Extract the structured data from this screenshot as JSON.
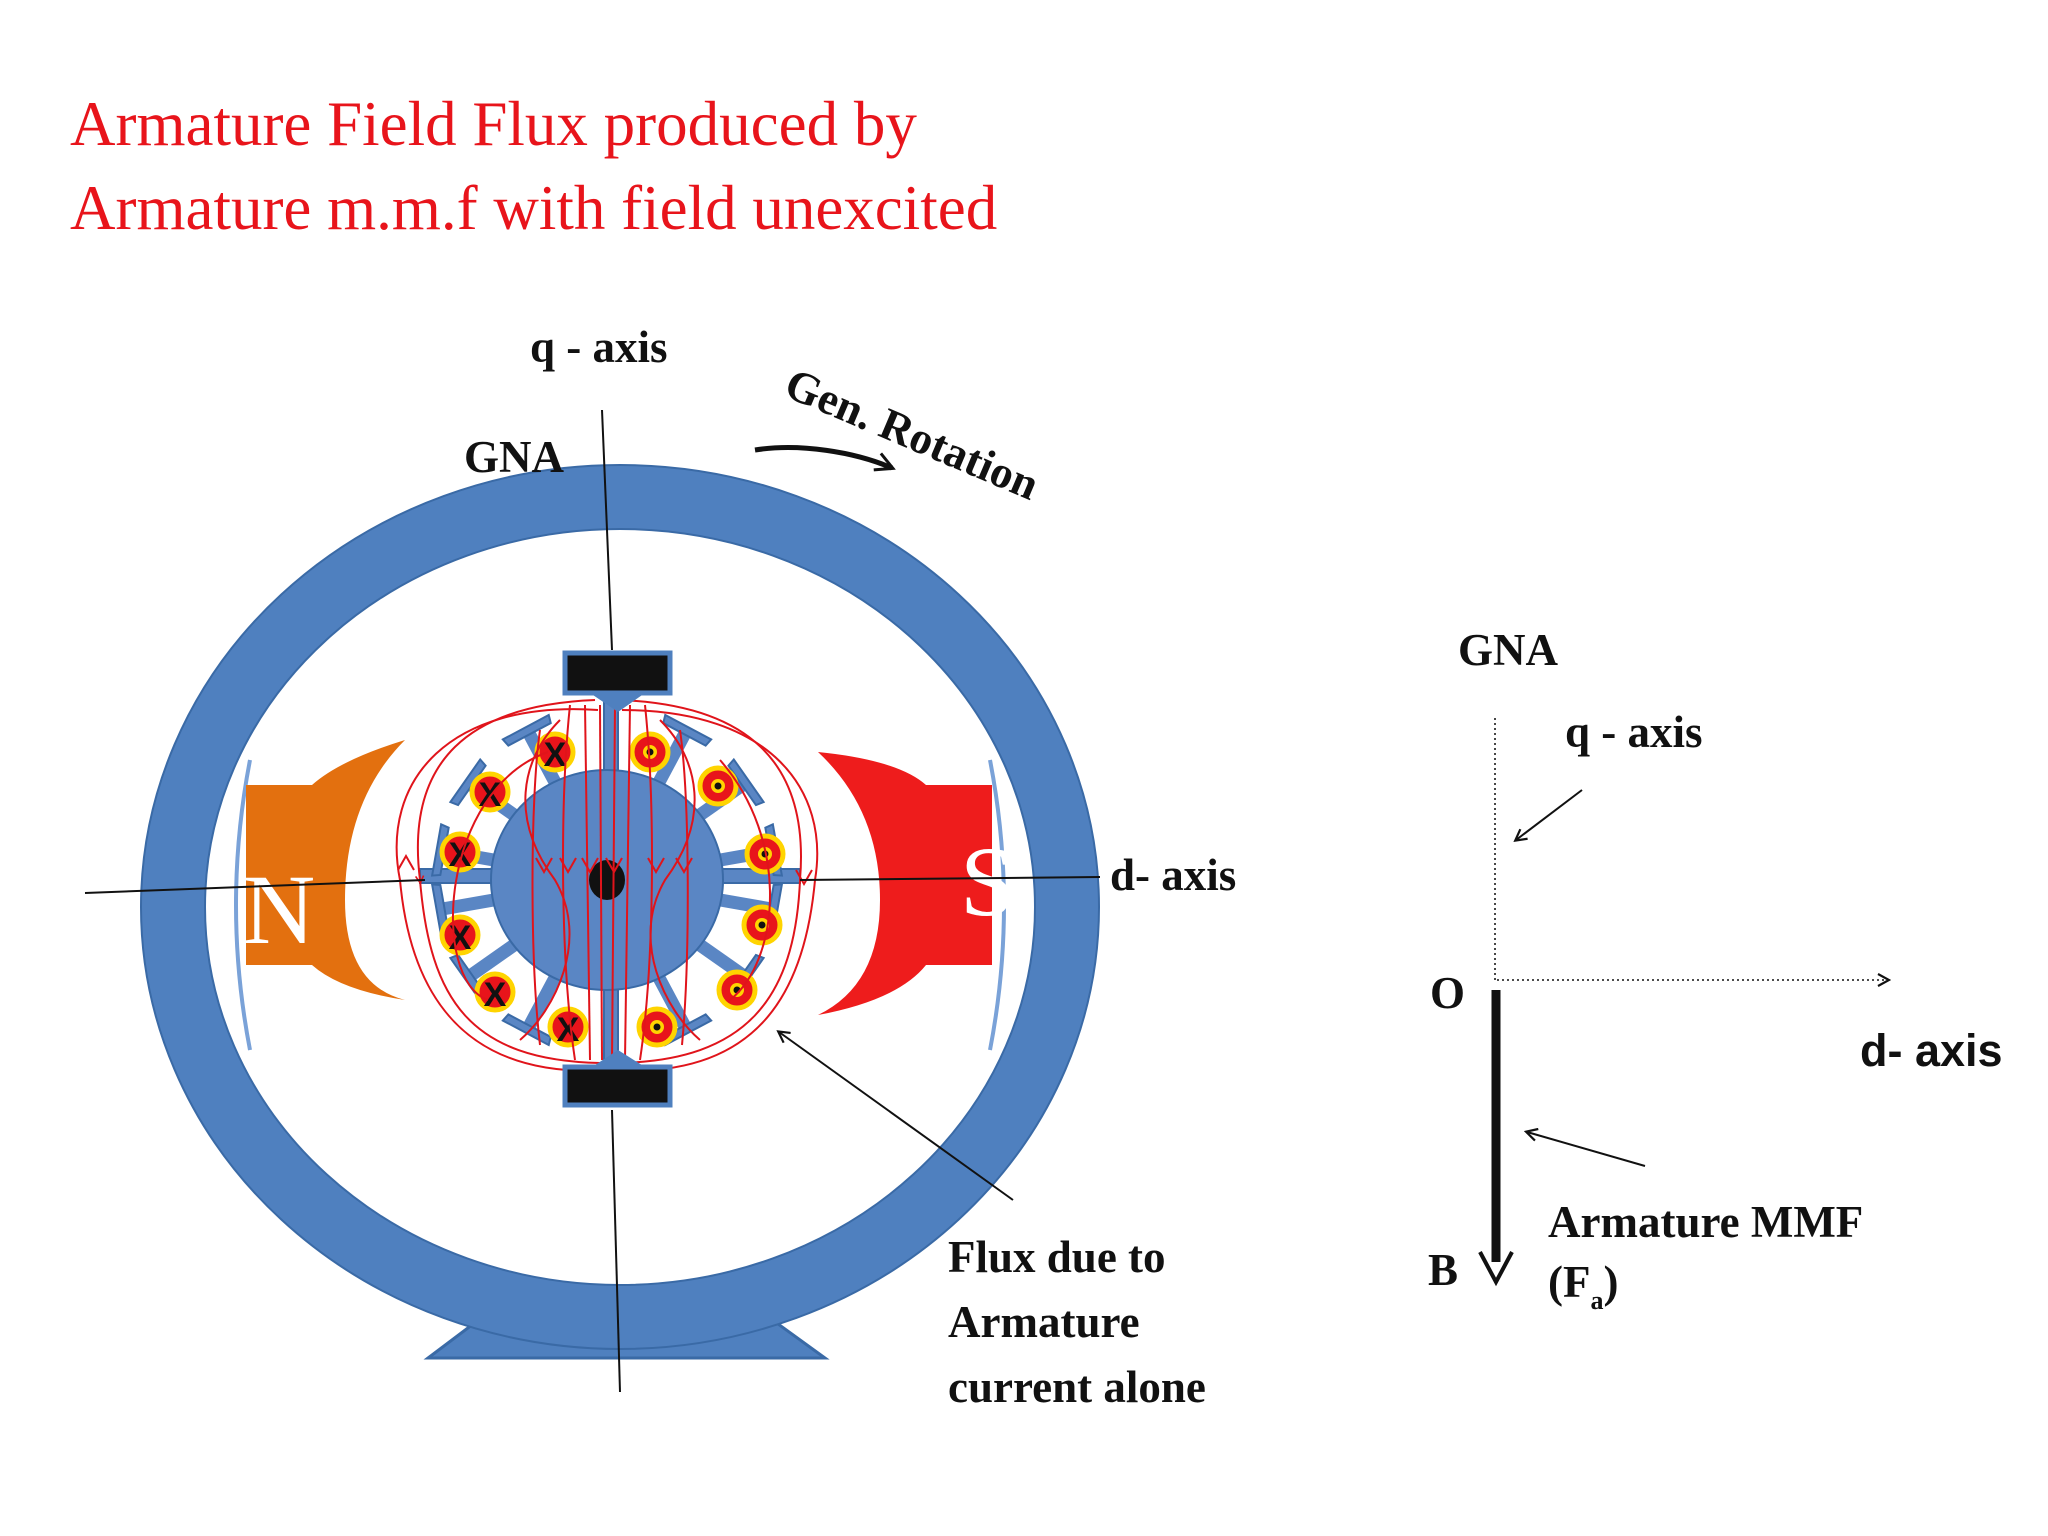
{
  "title": {
    "line1": "Armature  Field Flux produced by",
    "line2": "Armature  m.m.f  with field unexcited"
  },
  "machine": {
    "q_axis": "q - axis",
    "gna": "GNA",
    "rotation": "Gen. Rotation",
    "d_axis": "d- axis",
    "pole_n": "N",
    "pole_s": "S",
    "flux_note": [
      "Flux due to",
      "Armature",
      "current alone"
    ],
    "conductor_cross": "X"
  },
  "phasor": {
    "gna": "GNA",
    "q_axis": "q - axis",
    "origin": "O",
    "d_axis": "d- axis",
    "b_label": "B",
    "mmf_label": "Armature MMF",
    "fa_open": "(F",
    "fa_sub": "a",
    "fa_close": ")"
  },
  "colors": {
    "yoke": "#4f80bf",
    "yoke_edge": "#3a6aa6",
    "rotor": "#5a86c4",
    "pole_n": "#e3700f",
    "pole_s": "#ee1c1c",
    "flux": "#e0141b",
    "brush": "#111111",
    "dot_conductor": "#e8141b",
    "conductor_ring": "#ffd400",
    "title": "#e8141b"
  }
}
